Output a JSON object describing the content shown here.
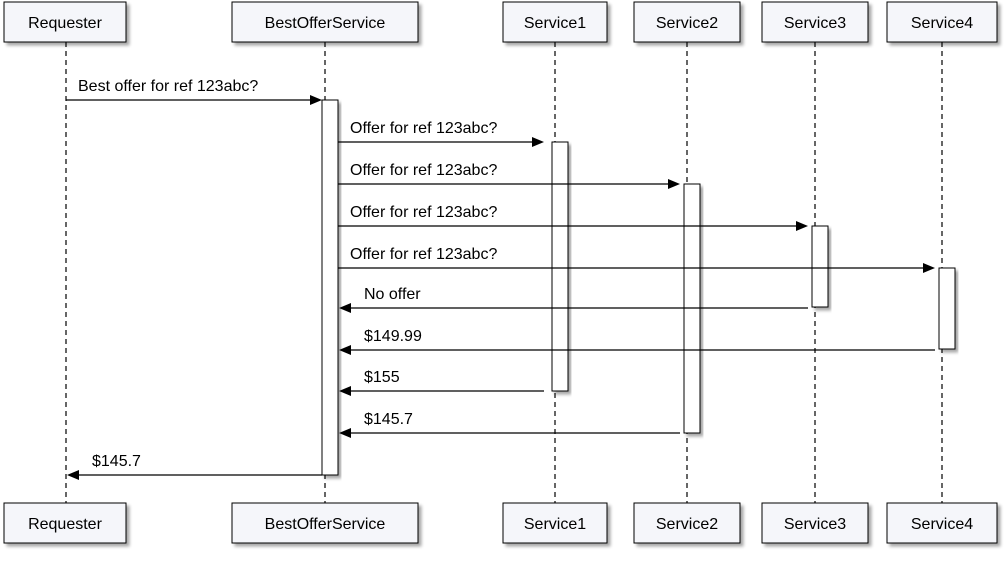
{
  "participants": [
    {
      "id": "requester",
      "label": "Requester"
    },
    {
      "id": "bestofferservice",
      "label": "BestOfferService"
    },
    {
      "id": "service1",
      "label": "Service1"
    },
    {
      "id": "service2",
      "label": "Service2"
    },
    {
      "id": "service3",
      "label": "Service3"
    },
    {
      "id": "service4",
      "label": "Service4"
    }
  ],
  "messages": [
    {
      "from": "requester",
      "to": "bestofferservice",
      "label": "Best offer for ref 123abc?"
    },
    {
      "from": "bestofferservice",
      "to": "service1",
      "label": "Offer for ref 123abc?"
    },
    {
      "from": "bestofferservice",
      "to": "service2",
      "label": "Offer for ref 123abc?"
    },
    {
      "from": "bestofferservice",
      "to": "service3",
      "label": "Offer for ref 123abc?"
    },
    {
      "from": "bestofferservice",
      "to": "service4",
      "label": "Offer for ref 123abc?"
    },
    {
      "from": "service3",
      "to": "bestofferservice",
      "label": "No offer"
    },
    {
      "from": "service4",
      "to": "bestofferservice",
      "label": "$149.99"
    },
    {
      "from": "service1",
      "to": "bestofferservice",
      "label": "$155"
    },
    {
      "from": "service2",
      "to": "bestofferservice",
      "label": "$145.7"
    },
    {
      "from": "bestofferservice",
      "to": "requester",
      "label": "$145.7"
    }
  ],
  "colors": {
    "box_fill": "#f5f6fa",
    "box_stroke": "#000000",
    "shadow": "#c8c8c8",
    "line": "#000000"
  }
}
